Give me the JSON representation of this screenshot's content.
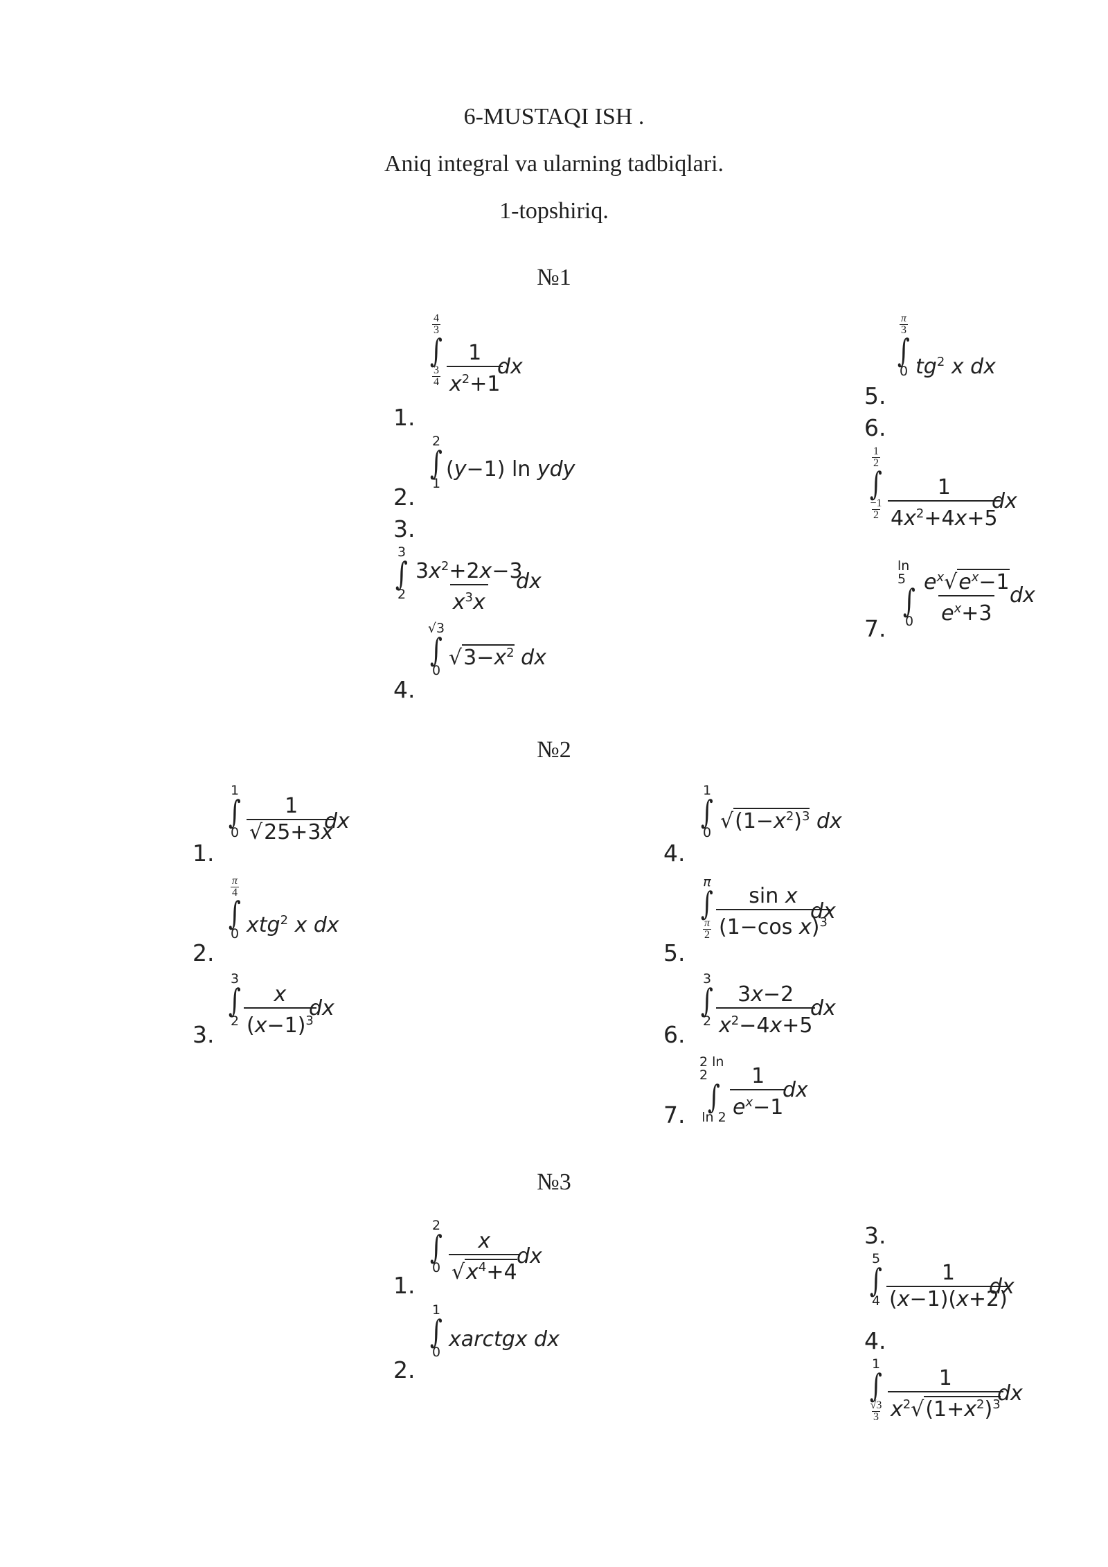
{
  "title": "6-MUSTAQI ISH .",
  "subtitle": "Aniq integral va ularning tadbiqlari.",
  "task": "1-topshiriq.",
  "sections": [
    {
      "label": "№1",
      "numbers": [
        "1.",
        "2.",
        "3.",
        "4.",
        "5.",
        "6.",
        "7."
      ]
    },
    {
      "label": "№2",
      "numbers": [
        "1.",
        "2.",
        "3.",
        "4.",
        "5.",
        "6.",
        "7."
      ]
    },
    {
      "label": "№3",
      "numbers": [
        "1.",
        "2.",
        "3.",
        "4."
      ]
    }
  ]
}
